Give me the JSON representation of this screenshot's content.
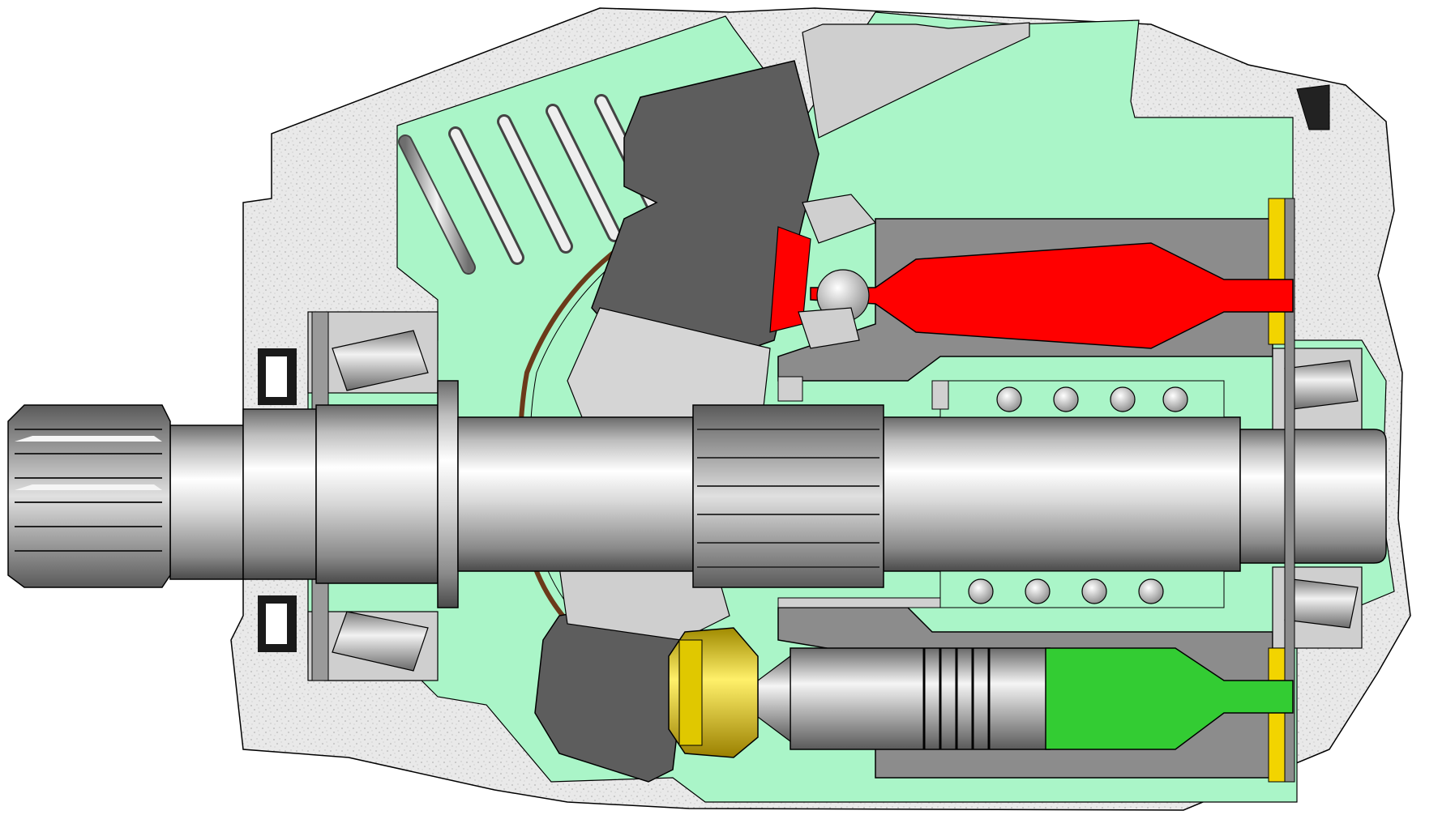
{
  "diagram": {
    "labels": [],
    "colors": {
      "background": "#ffffff",
      "housing_speckle": "#e6e6e6",
      "oil_fill": "#aaf5c8",
      "dark_parts": "#5a5a5a",
      "medium_gray": "#8a8a8a",
      "light_gray": "#c8c8c8",
      "high_pressure": "#ff0000",
      "low_pressure": "#33cc33",
      "slipper_yellow": "#e8d000",
      "valve_plate_yellow": "#f2d400",
      "swashplate_edge": "#6b3a1a",
      "outline": "#000000"
    },
    "components": [
      "housing",
      "oil-chamber",
      "drive-shaft",
      "shaft-spline",
      "front-bearing",
      "rear-bearing",
      "shaft-seal",
      "swashplate",
      "return-spring",
      "cylinder-block",
      "piston-high-pressure",
      "piston-low-pressure",
      "slipper",
      "valve-plate",
      "centering-spring"
    ]
  }
}
